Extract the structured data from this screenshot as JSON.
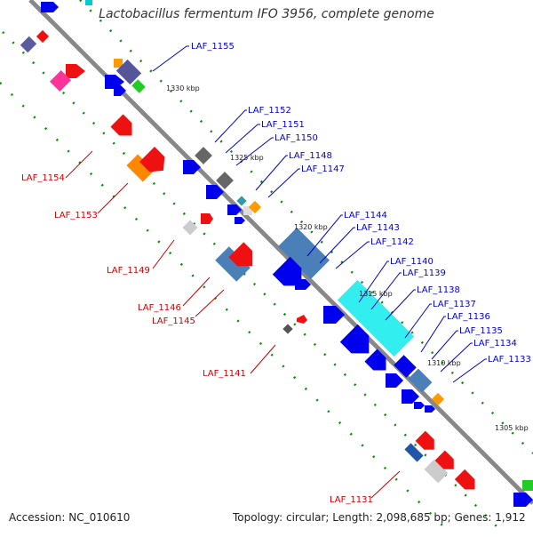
{
  "title": "Lactobacillus fermentum IFO 3956, complete genome",
  "accession": "Accession: NC_010610",
  "topology": "Topology: circular",
  "length": "Length: 2,098,685 bp",
  "genes": "Genes: 1,912",
  "colors": {
    "forward_label": "#0000cc",
    "reverse_label": "#cc0000",
    "cds": "#0000ee",
    "backbone": "#888888",
    "ticks": "#008800"
  },
  "positions": {
    "p1330": "1330 kbp",
    "p1325": "1325 kbp",
    "p1320": "1320 kbp",
    "p1315": "1315 kbp",
    "p1310": "1310 kbp",
    "p1305": "1305 kbp"
  },
  "forward_genes": {
    "g1155": "LAF_1155",
    "g1152": "LAF_1152",
    "g1151": "LAF_1151",
    "g1150": "LAF_1150",
    "g1148": "LAF_1148",
    "g1147": "LAF_1147",
    "g1144": "LAF_1144",
    "g1143": "LAF_1143",
    "g1142": "LAF_1142",
    "g1140": "LAF_1140",
    "g1139": "LAF_1139",
    "g1138": "LAF_1138",
    "g1137": "LAF_1137",
    "g1136": "LAF_1136",
    "g1135": "LAF_1135",
    "g1134": "LAF_1134",
    "g1133": "LAF_1133"
  },
  "reverse_genes": {
    "g1154": "LAF_1154",
    "g1153": "LAF_1153",
    "g1149": "LAF_1149",
    "g1146": "LAF_1146",
    "g1145": "LAF_1145",
    "g1141": "LAF_1141",
    "g1131": "LAF_1131"
  }
}
